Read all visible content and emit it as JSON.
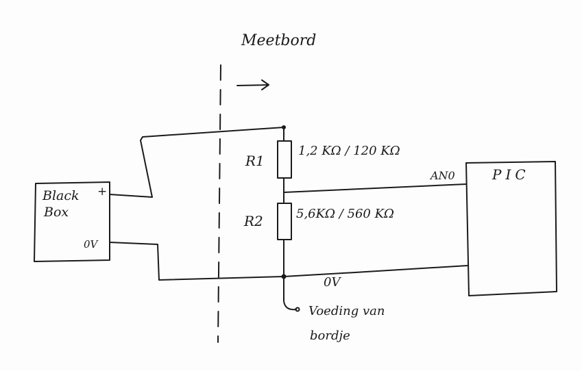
{
  "title": "Meetbord",
  "black_box": {
    "label_line1": "Black",
    "label_line2": "Box",
    "plus": "+",
    "zero": "0V"
  },
  "r1": {
    "name": "R1",
    "value": "1,2 KΩ / 120 KΩ"
  },
  "r2": {
    "name": "R2",
    "value": "5,6KΩ / 560 KΩ"
  },
  "pic": {
    "label": "PIC",
    "pin": "AN0"
  },
  "ground_label": "0V",
  "supply_note": {
    "line1": "Voeding van",
    "line2": "bordje"
  }
}
